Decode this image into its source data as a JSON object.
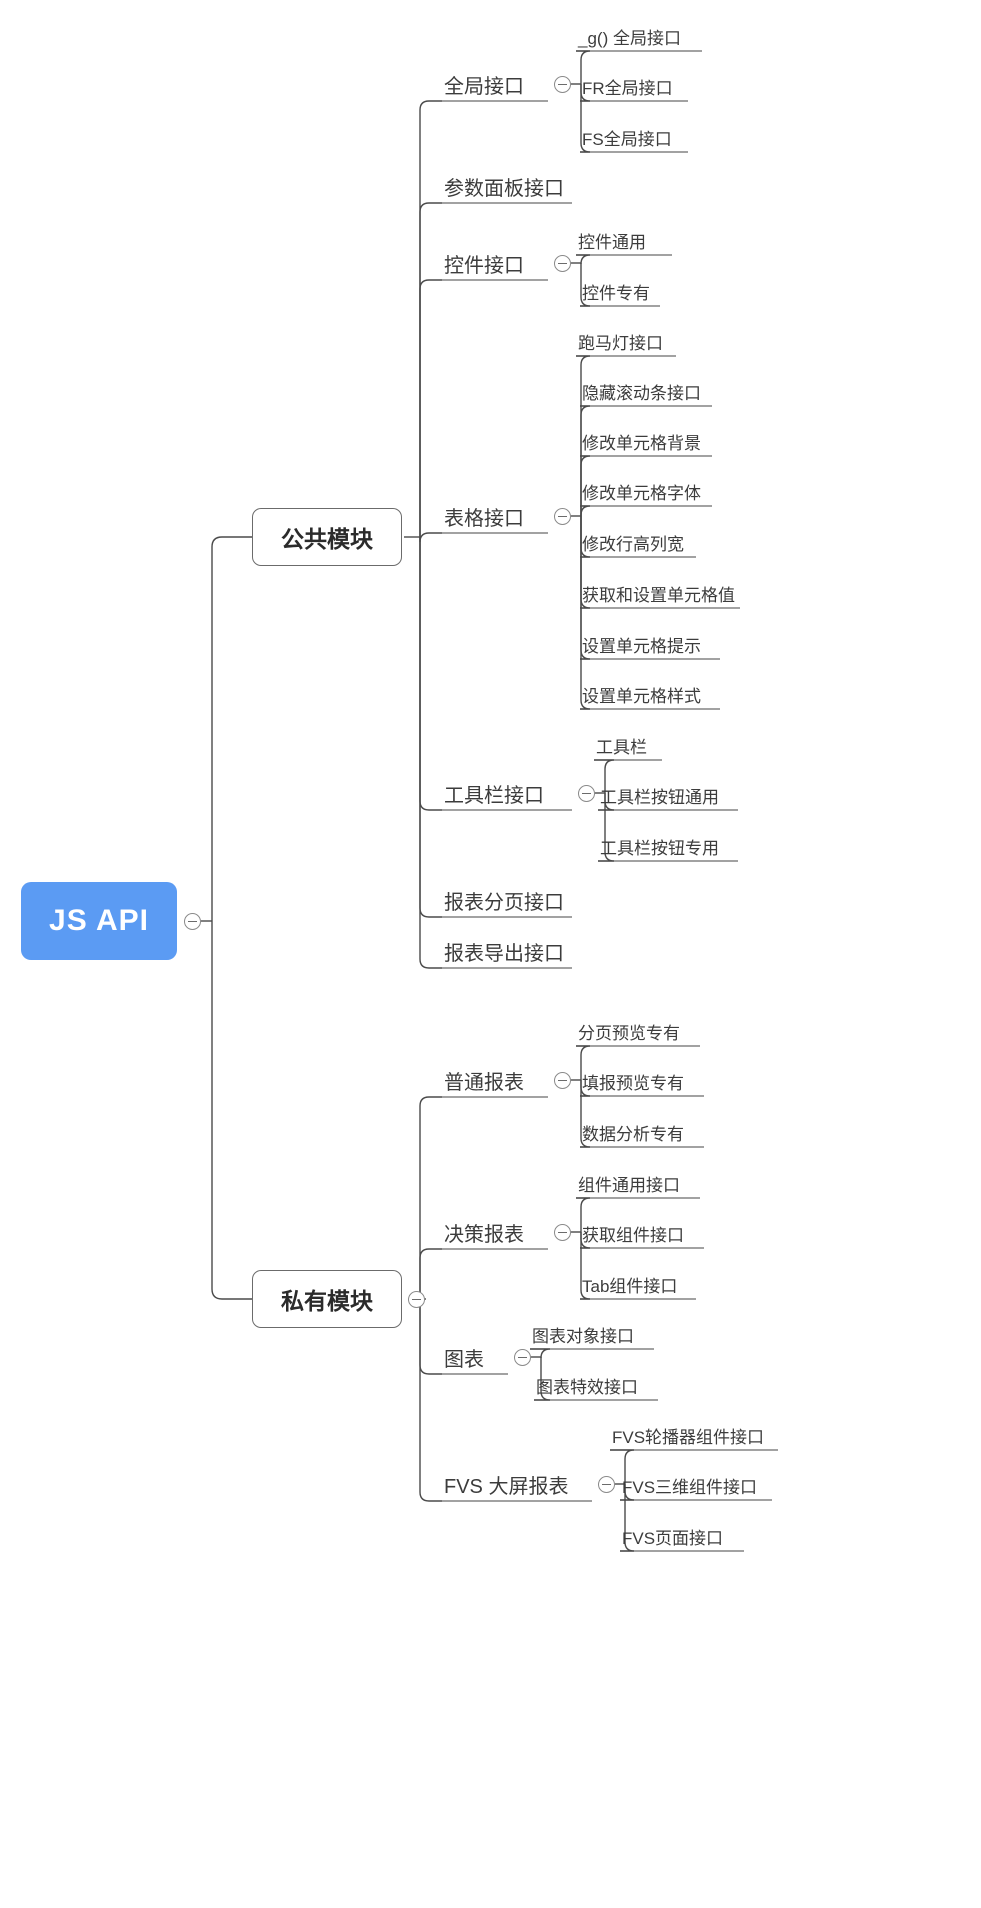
{
  "diagram": {
    "title": "JS API",
    "type": "mind-map",
    "root": {
      "label": "JS API",
      "color": "#5b9bf3",
      "text_color": "#ffffff",
      "has_toggle": true
    },
    "branches": [
      {
        "label": "公共模块",
        "has_toggle": false,
        "children": [
          {
            "label": "全局接口",
            "has_toggle": true,
            "children": [
              {
                "label": "_g() 全局接口"
              },
              {
                "label": "FR全局接口"
              },
              {
                "label": "FS全局接口"
              }
            ]
          },
          {
            "label": "参数面板接口",
            "has_toggle": false,
            "children": []
          },
          {
            "label": "控件接口",
            "has_toggle": true,
            "children": [
              {
                "label": "控件通用"
              },
              {
                "label": "控件专有"
              }
            ]
          },
          {
            "label": "表格接口",
            "has_toggle": true,
            "children": [
              {
                "label": "跑马灯接口"
              },
              {
                "label": "隐藏滚动条接口"
              },
              {
                "label": "修改单元格背景"
              },
              {
                "label": "修改单元格字体"
              },
              {
                "label": "修改行高列宽"
              },
              {
                "label": "获取和设置单元格值"
              },
              {
                "label": "设置单元格提示"
              },
              {
                "label": "设置单元格样式"
              }
            ]
          },
          {
            "label": "工具栏接口",
            "has_toggle": true,
            "children": [
              {
                "label": "工具栏"
              },
              {
                "label": "工具栏按钮通用"
              },
              {
                "label": "工具栏按钮专用"
              }
            ]
          },
          {
            "label": "报表分页接口",
            "has_toggle": false,
            "children": []
          },
          {
            "label": "报表导出接口",
            "has_toggle": false,
            "children": []
          }
        ]
      },
      {
        "label": "私有模块",
        "has_toggle": true,
        "children": [
          {
            "label": "普通报表",
            "has_toggle": true,
            "children": [
              {
                "label": "分页预览专有"
              },
              {
                "label": "填报预览专有"
              },
              {
                "label": "数据分析专有"
              }
            ]
          },
          {
            "label": "决策报表",
            "has_toggle": true,
            "children": [
              {
                "label": "组件通用接口"
              },
              {
                "label": "获取组件接口"
              },
              {
                "label": "Tab组件接口"
              }
            ]
          },
          {
            "label": "图表",
            "has_toggle": true,
            "children": [
              {
                "label": "图表对象接口"
              },
              {
                "label": "图表特效接口"
              }
            ]
          },
          {
            "label": "FVS 大屏报表",
            "has_toggle": true,
            "children": [
              {
                "label": "FVS轮播器组件接口"
              },
              {
                "label": "FVS三维组件接口"
              },
              {
                "label": "FVS页面接口"
              }
            ]
          }
        ]
      }
    ]
  },
  "style": {
    "line_color": "#4a4a4a",
    "underline_color": "#6b6b6b",
    "node_border": "#6b6b6b"
  }
}
